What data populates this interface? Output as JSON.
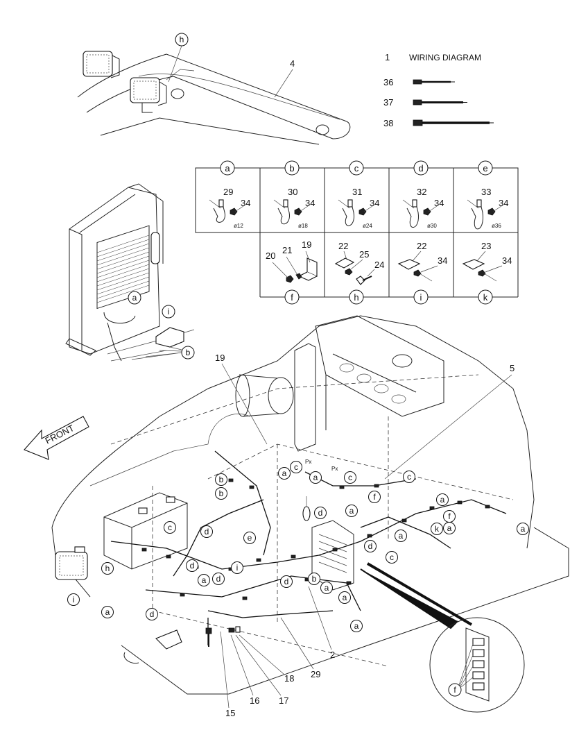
{
  "legend": {
    "items": [
      {
        "no": "1",
        "text": "WIRING  DIAGRAM"
      },
      {
        "no": "36",
        "text": ""
      },
      {
        "no": "37",
        "text": ""
      },
      {
        "no": "38",
        "text": ""
      }
    ]
  },
  "table": {
    "row1": [
      {
        "letter": "a",
        "clamp": "29",
        "nut": "34",
        "size": "ø12"
      },
      {
        "letter": "b",
        "clamp": "30",
        "nut": "34",
        "size": "ø18"
      },
      {
        "letter": "c",
        "clamp": "31",
        "nut": "34",
        "size": "ø24"
      },
      {
        "letter": "d",
        "clamp": "32",
        "nut": "34",
        "size": "ø30"
      },
      {
        "letter": "e",
        "clamp": "33",
        "nut": "34",
        "size": "ø36"
      }
    ],
    "row2": [
      {
        "letter": "f",
        "parts": [
          "20",
          "21",
          "19"
        ]
      },
      {
        "letter": "h",
        "parts": [
          "22",
          "25",
          "24"
        ]
      },
      {
        "letter": "i",
        "parts": [
          "22",
          "34"
        ]
      },
      {
        "letter": "k",
        "parts": [
          "23",
          "34"
        ]
      }
    ]
  },
  "callouts": {
    "top_h": "h",
    "top_4": "4",
    "rad_a": "a",
    "rad_i": "i",
    "rad_b": "b",
    "n19": "19",
    "n5": "5",
    "front": "FRONT",
    "px1": "Px",
    "px2": "Px",
    "n2": "2",
    "n29": "29",
    "n18": "18",
    "n17": "17",
    "n16": "16",
    "n15": "15",
    "detail_f": "f"
  },
  "letter_bubbles": [
    {
      "id": "c1",
      "t": "c"
    },
    {
      "id": "c2",
      "t": "c"
    },
    {
      "id": "c3",
      "t": "c"
    },
    {
      "id": "c4",
      "t": "c"
    },
    {
      "id": "c5",
      "t": "c"
    },
    {
      "id": "a1",
      "t": "a"
    },
    {
      "id": "a2",
      "t": "a"
    },
    {
      "id": "a3",
      "t": "a"
    },
    {
      "id": "a4",
      "t": "a"
    },
    {
      "id": "a5",
      "t": "a"
    },
    {
      "id": "a6",
      "t": "a"
    },
    {
      "id": "a7",
      "t": "a"
    },
    {
      "id": "a8",
      "t": "a"
    },
    {
      "id": "a9",
      "t": "a"
    },
    {
      "id": "a10",
      "t": "a"
    },
    {
      "id": "a11",
      "t": "a"
    },
    {
      "id": "a12",
      "t": "a"
    },
    {
      "id": "b1",
      "t": "b"
    },
    {
      "id": "b2",
      "t": "b"
    },
    {
      "id": "b3",
      "t": "b"
    },
    {
      "id": "d1",
      "t": "d"
    },
    {
      "id": "d2",
      "t": "d"
    },
    {
      "id": "d3",
      "t": "d"
    },
    {
      "id": "d4",
      "t": "d"
    },
    {
      "id": "d5",
      "t": "d"
    },
    {
      "id": "d6",
      "t": "d"
    },
    {
      "id": "d7",
      "t": "d"
    },
    {
      "id": "e1",
      "t": "e"
    },
    {
      "id": "f1",
      "t": "f"
    },
    {
      "id": "f2",
      "t": "f"
    },
    {
      "id": "h1",
      "t": "h"
    },
    {
      "id": "i1",
      "t": "i"
    },
    {
      "id": "i2",
      "t": "i"
    },
    {
      "id": "k1",
      "t": "k"
    }
  ]
}
